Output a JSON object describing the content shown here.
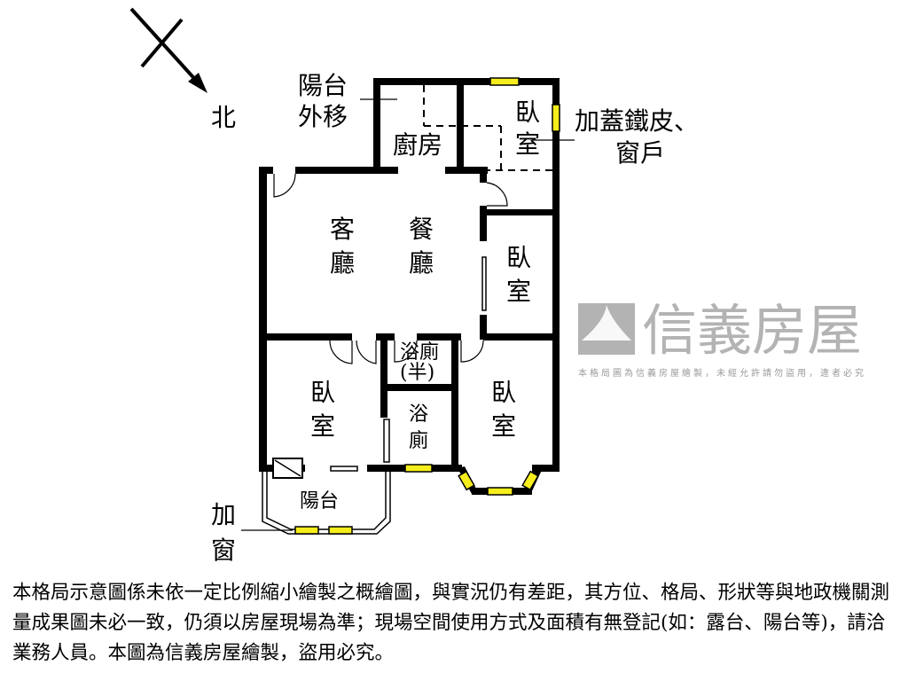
{
  "compass": {
    "label": "北",
    "icon": "north-arrow-icon"
  },
  "rooms": {
    "kitchen": "廚房",
    "living_1": "客",
    "living_2": "廳",
    "dining_1": "餐",
    "dining_2": "廳",
    "bedroom_top_1": "臥",
    "bedroom_top_2": "室",
    "bedroom_mid_1": "臥",
    "bedroom_mid_2": "室",
    "bedroom_left_1": "臥",
    "bedroom_left_2": "室",
    "bedroom_right_1": "臥",
    "bedroom_right_2": "室",
    "half_bath_1": "浴廁",
    "half_bath_2": "(半)",
    "bath_1": "浴",
    "bath_2": "廁",
    "balcony": "陽台"
  },
  "annotations": {
    "balcony_moved_1": "陽台",
    "balcony_moved_2": "外移",
    "iron_roof_1": "加蓋鐵皮、",
    "iron_roof_2": "窗戶",
    "added_window_1": "加",
    "added_window_2": "窗"
  },
  "watermark": {
    "brand": "信義房屋",
    "notice": "本格局圖為信義房屋繪製，未經允許請勿盜用，違者必究"
  },
  "disclaimer": "本格局示意圖係未依一定比例縮小繪製之概繪圖，與實況仍有差距，其方位、格局、形狀等與地政機關測量成果圖未必一致，仍須以房屋現場為準；現場空間使用方式及面積有無登記(如：露台、陽台等)，請洽業務人員。本圖為信義房屋繪製，盜用必究。",
  "colors": {
    "wall": "#000000",
    "window": "#f5ee1c",
    "watermark": "#9a9a9a"
  }
}
